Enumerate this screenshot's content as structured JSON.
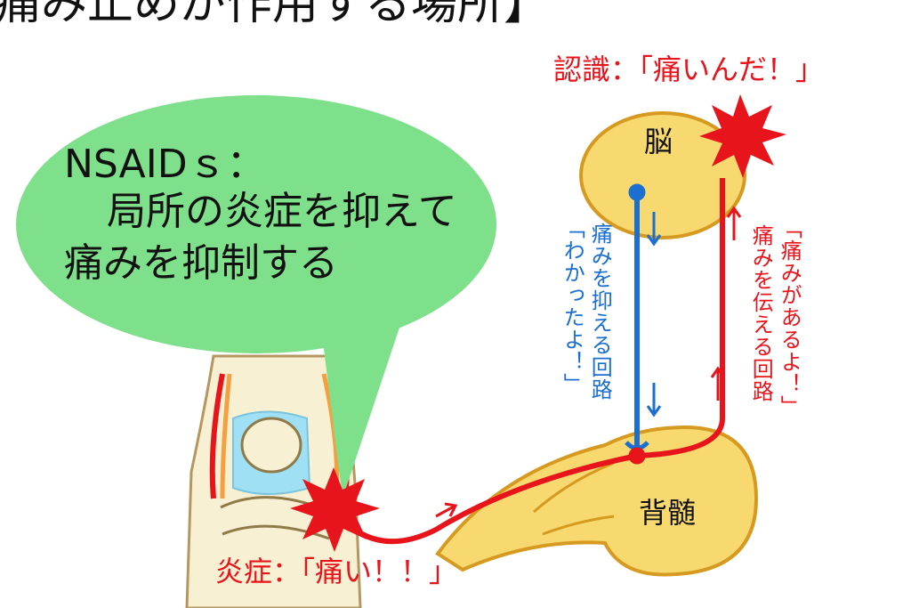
{
  "title": "痛み止めが作用する場所】",
  "recognition_text": "認識：「痛いんだ！」",
  "inflammation_text": "炎症：「痛い！！」",
  "nsaids": {
    "line1": "NSAIDｓ：",
    "line2": "局所の炎症を抑えて",
    "line3": "痛みを抑制する"
  },
  "brain_label": "脳",
  "spinal_cord_label": "背髄",
  "suppress_circuit": {
    "name": "痛みを抑える回路",
    "quote": "「わかったよ！」"
  },
  "transmit_circuit": {
    "name": "痛みを伝える回路",
    "quote": "「痛みがあるよ！」"
  },
  "colors": {
    "pain_red": "#e8141c",
    "suppress_blue": "#1a6fd0",
    "balloon_green": "#7fe08c",
    "organ_yellow": "#f8d970",
    "organ_outline": "#d69a20",
    "cartilage_blue": "#9fe0f4"
  }
}
